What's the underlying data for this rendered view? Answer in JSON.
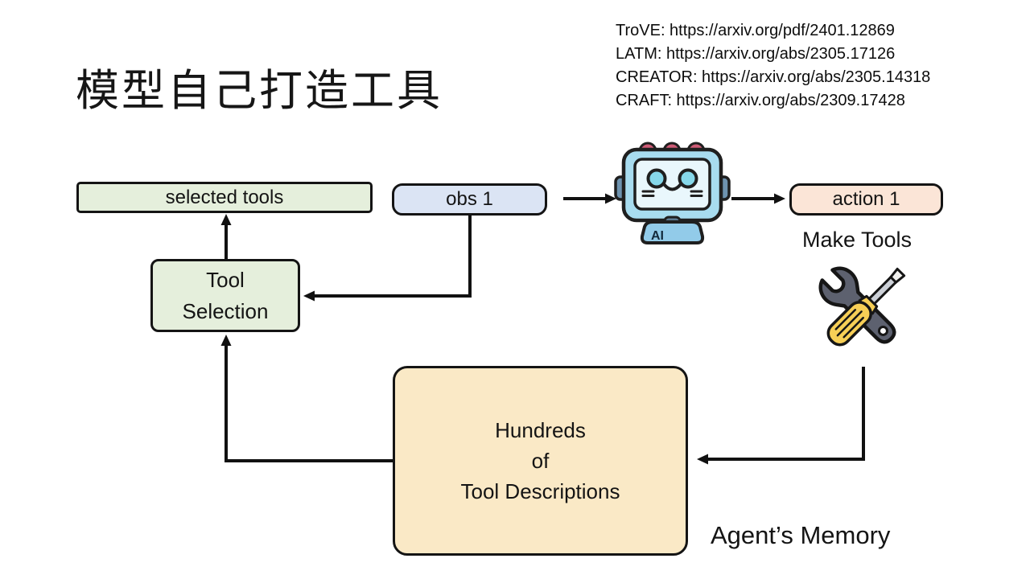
{
  "slide": {
    "title": "模型自己打造工具"
  },
  "references": [
    "TroVE: https://arxiv.org/pdf/2401.12869",
    "LATM: https://arxiv.org/abs/2305.17126",
    "CREATOR: https://arxiv.org/abs/2305.14318",
    "CRAFT: https://arxiv.org/abs/2309.17428"
  ],
  "diagram": {
    "selected_tools": "selected tools",
    "obs": "obs 1",
    "action": "action 1",
    "make_tools": "Make Tools",
    "tool_selection": {
      "line1": "Tool",
      "line2": "Selection"
    },
    "memory_box": {
      "line1": "Hundreds",
      "line2": "of",
      "line3": "Tool Descriptions"
    },
    "agents_memory": "Agent’s Memory",
    "robot_badge": "AI"
  },
  "colors": {
    "box-green": "#E5EFDC",
    "box-blue": "#DBE4F4",
    "box-pink": "#FBE5D7",
    "box-cream": "#FAE9C6",
    "outline": "#141414",
    "arrow": "#111111",
    "robot-blue": "#A8DCEF",
    "robot-screen": "#E9F7FC",
    "handle-yellow": "#F7CF56",
    "wrench-gray": "#5D616F"
  }
}
